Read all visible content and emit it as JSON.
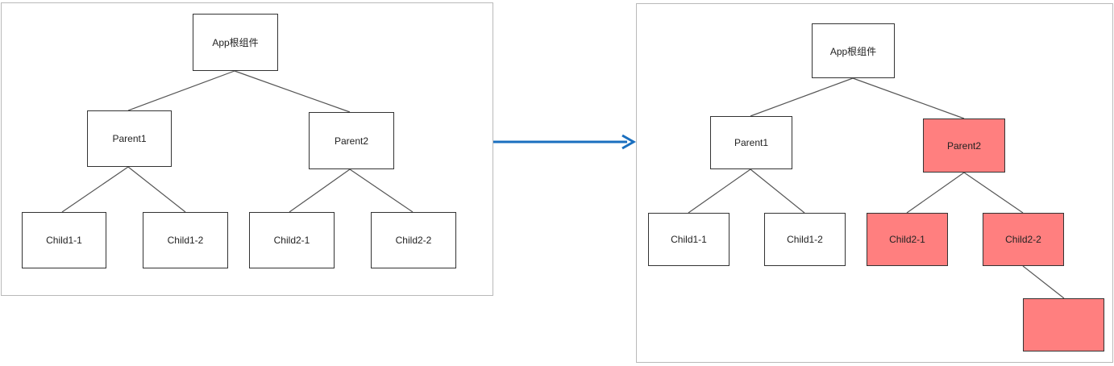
{
  "colors": {
    "highlight_fill": "#ff7f7f",
    "arrow": "#1a6fbf",
    "edge": "#555555",
    "node_border": "#333333",
    "panel_border": "#b9b9b9"
  },
  "before_tree": {
    "root": "App根组件",
    "parent1": "Parent1",
    "parent2": "Parent2",
    "child1_1": "Child1-1",
    "child1_2": "Child1-2",
    "child2_1": "Child2-1",
    "child2_2": "Child2-2"
  },
  "after_tree": {
    "root": "App根组件",
    "parent1": "Parent1",
    "parent2": "Parent2",
    "child1_1": "Child1-1",
    "child1_2": "Child1-2",
    "child2_1": "Child2-1",
    "child2_2": "Child2-2",
    "new_child": ""
  },
  "highlighted_nodes": [
    "Parent2",
    "Child2-1",
    "Child2-2",
    "new child of Child2-2"
  ]
}
